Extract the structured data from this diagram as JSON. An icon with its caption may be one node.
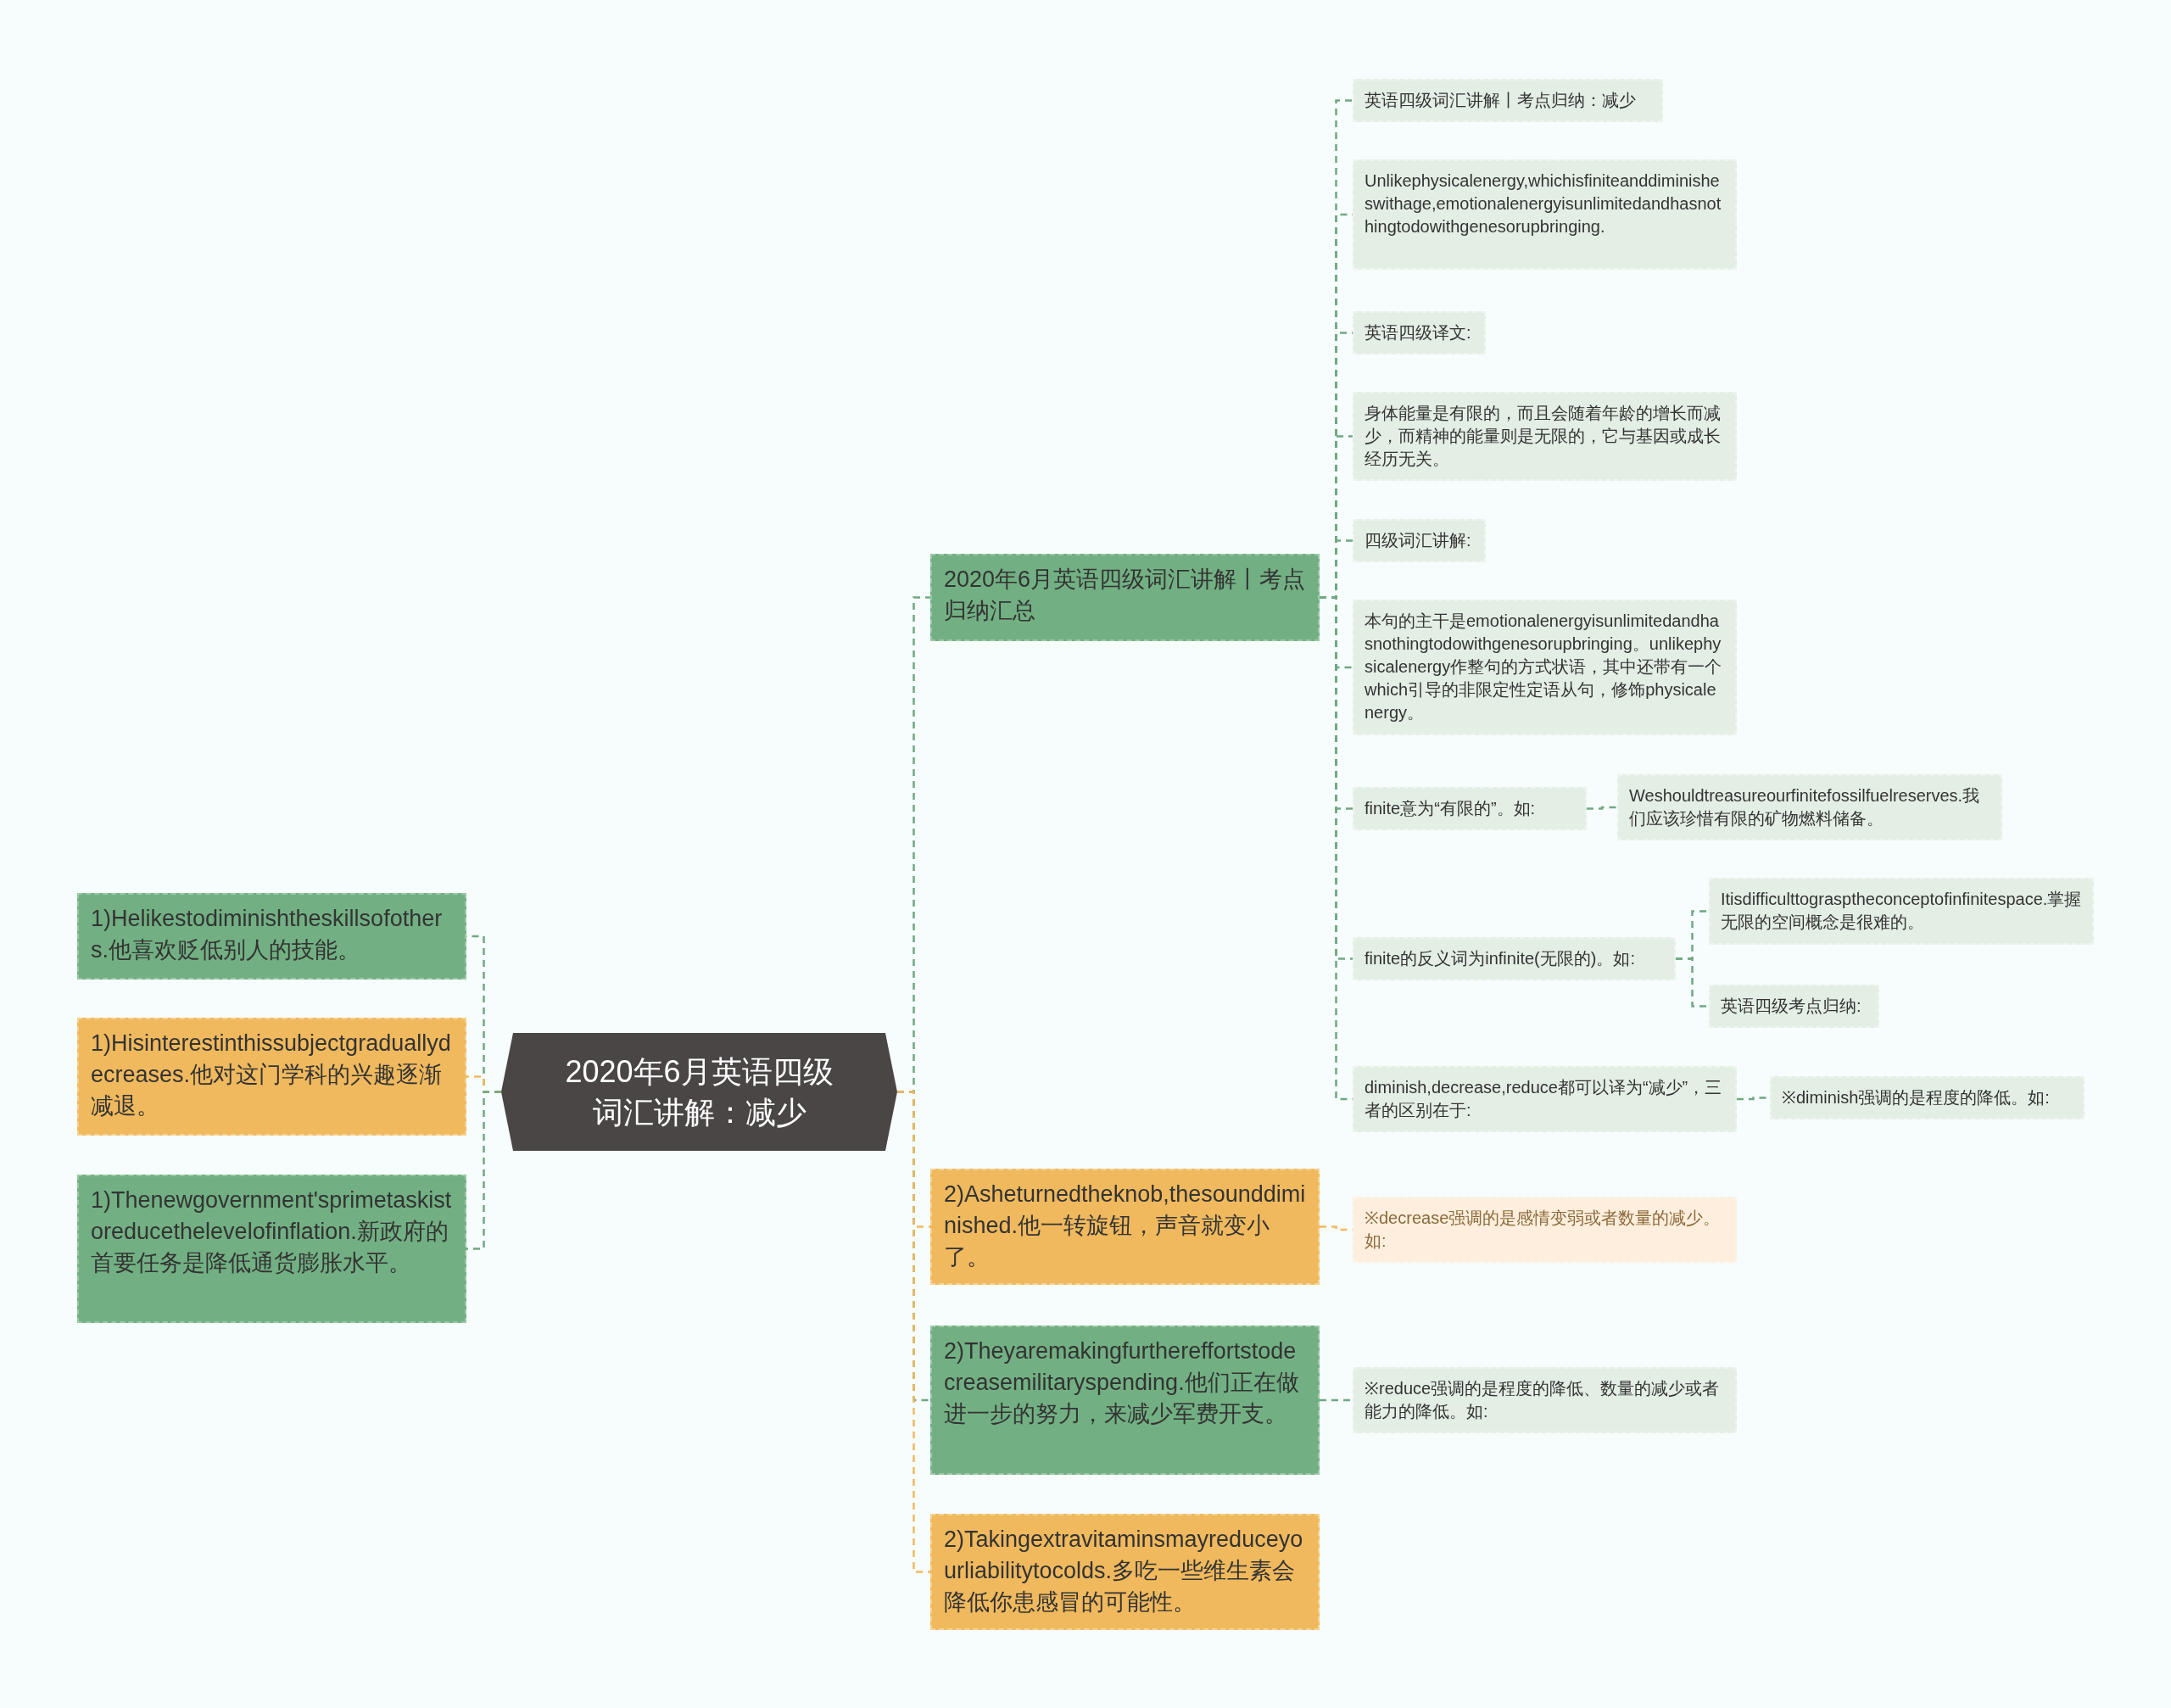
{
  "diagram": {
    "nodes": [
      {
        "text": [
          "2020年6月英语四级词汇讲解：减少"
        ]
      },
      {
        "text": [
          "1)Helikestodiminishtheskillsofothers.他喜欢贬低别人的技能。"
        ]
      },
      {
        "text": [
          "1)Hisinterestinthissubjectgraduallydecreases.他对这门学科的兴趣逐渐减退。"
        ]
      },
      {
        "text": [
          "1)Thenewgovernment'sprimetaskistoreducethelevelofinflation.新政府的首要任务是降低通货膨胀水平。"
        ]
      },
      {
        "text": [
          "2020年6月英语四级词汇讲解丨考点归纳汇总"
        ]
      },
      {
        "text": [
          "英语四级词汇讲解丨考点归纳：减少"
        ]
      },
      {
        "text": [
          "Unlikephysicalenergy,whichisfiniteanddiminisheswithage,emotionalenergyisunlimitedandhasnothingtodowithgenesorupbringing."
        ]
      },
      {
        "text": [
          "英语四级译文:"
        ]
      },
      {
        "text": [
          "身体能量是有限的，而且会随着年龄的增长而减少，而精神的能量则是无限的，它与基因或成长经历无关。"
        ]
      },
      {
        "text": [
          "四级词汇讲解:"
        ]
      },
      {
        "text": [
          "本句的主干是emotionalenergyisunlimitedandhasnothingtodowithgenesorupbringing。unlikephysicalenergy作整句的方式状语，其中还带有一个which引导的非限定性定语从句，修饰physicalenergy。"
        ]
      },
      {
        "text": [
          "finite意为“有限的”。如:"
        ]
      },
      {
        "text": [
          "Weshouldtreasureourfinitefossilfuelreserves.我们应该珍惜有限的矿物燃料储备。"
        ]
      },
      {
        "text": [
          "finite的反义词为infinite(无限的)。如:"
        ]
      },
      {
        "text": [
          "Itisdifficulttograsptheconceptofinfinitespace.掌握无限的空间概念是很难的。"
        ]
      },
      {
        "text": [
          "英语四级考点归纳:"
        ]
      },
      {
        "text": [
          "diminish,decrease,reduce都可以译为“减少”，三者的区别在于:"
        ]
      },
      {
        "text": [
          "※diminish强调的是程度的降低。如:"
        ]
      },
      {
        "text": [
          "2)Asheturnedtheknob,thesounddiminished.他一转旋钮，声音就变小了。"
        ]
      },
      {
        "text": [
          "※decrease强调的是感情变弱或者数量的减少。如:"
        ]
      },
      {
        "text": [
          "2)Theyaremakingfurthereffortstodecreasemilitaryspending.他们正在做进一步的努力，来减少军费开支。"
        ]
      },
      {
        "text": [
          "※reduce强调的是程度的降低、数量的减少或者能力的降低。如:"
        ]
      },
      {
        "text": [
          "2)Takingextravitaminsmayreduceyourliabilitytocolds.多吃一些维生素会降低你患感冒的可能性。"
        ]
      }
    ],
    "edges": [
      {
        "from": 0,
        "to": 1,
        "arrow": "none",
        "style": "dashed"
      },
      {
        "from": 0,
        "to": 2,
        "arrow": "none",
        "style": "dashed",
        "color": "#f0b95e"
      },
      {
        "from": 0,
        "to": 3,
        "arrow": "none",
        "style": "dashed"
      },
      {
        "from": 0,
        "to": 4,
        "arrow": "none",
        "style": "dashed"
      },
      {
        "from": 4,
        "to": 5,
        "arrow": "none",
        "style": "dashed"
      },
      {
        "from": 4,
        "to": 6,
        "arrow": "none",
        "style": "dashed"
      },
      {
        "from": 4,
        "to": 7,
        "arrow": "none",
        "style": "dashed"
      },
      {
        "from": 4,
        "to": 8,
        "arrow": "none",
        "style": "dashed"
      },
      {
        "from": 4,
        "to": 9,
        "arrow": "none",
        "style": "dashed"
      },
      {
        "from": 4,
        "to": 10,
        "arrow": "none",
        "style": "dashed"
      },
      {
        "from": 4,
        "to": 11,
        "arrow": "none",
        "style": "dashed"
      },
      {
        "from": 11,
        "to": 12,
        "arrow": "none",
        "style": "dashed"
      },
      {
        "from": 4,
        "to": 13,
        "arrow": "none",
        "style": "dashed"
      },
      {
        "from": 13,
        "to": 14,
        "arrow": "none",
        "style": "dashed"
      },
      {
        "from": 13,
        "to": 15,
        "arrow": "none",
        "style": "dashed"
      },
      {
        "from": 4,
        "to": 16,
        "arrow": "none",
        "style": "dashed"
      },
      {
        "from": 16,
        "to": 17,
        "arrow": "none",
        "style": "dashed"
      },
      {
        "from": 0,
        "to": 18,
        "arrow": "none",
        "style": "dashed",
        "color": "#f0b95e"
      },
      {
        "from": 18,
        "to": 19,
        "arrow": "none",
        "style": "dashed",
        "color": "#f0b95e"
      },
      {
        "from": 0,
        "to": 20,
        "arrow": "none",
        "style": "dashed"
      },
      {
        "from": 20,
        "to": 21,
        "arrow": "none",
        "style": "dashed"
      },
      {
        "from": 0,
        "to": 22,
        "arrow": "none",
        "style": "dashed",
        "color": "#f0b95e"
      }
    ]
  }
}
